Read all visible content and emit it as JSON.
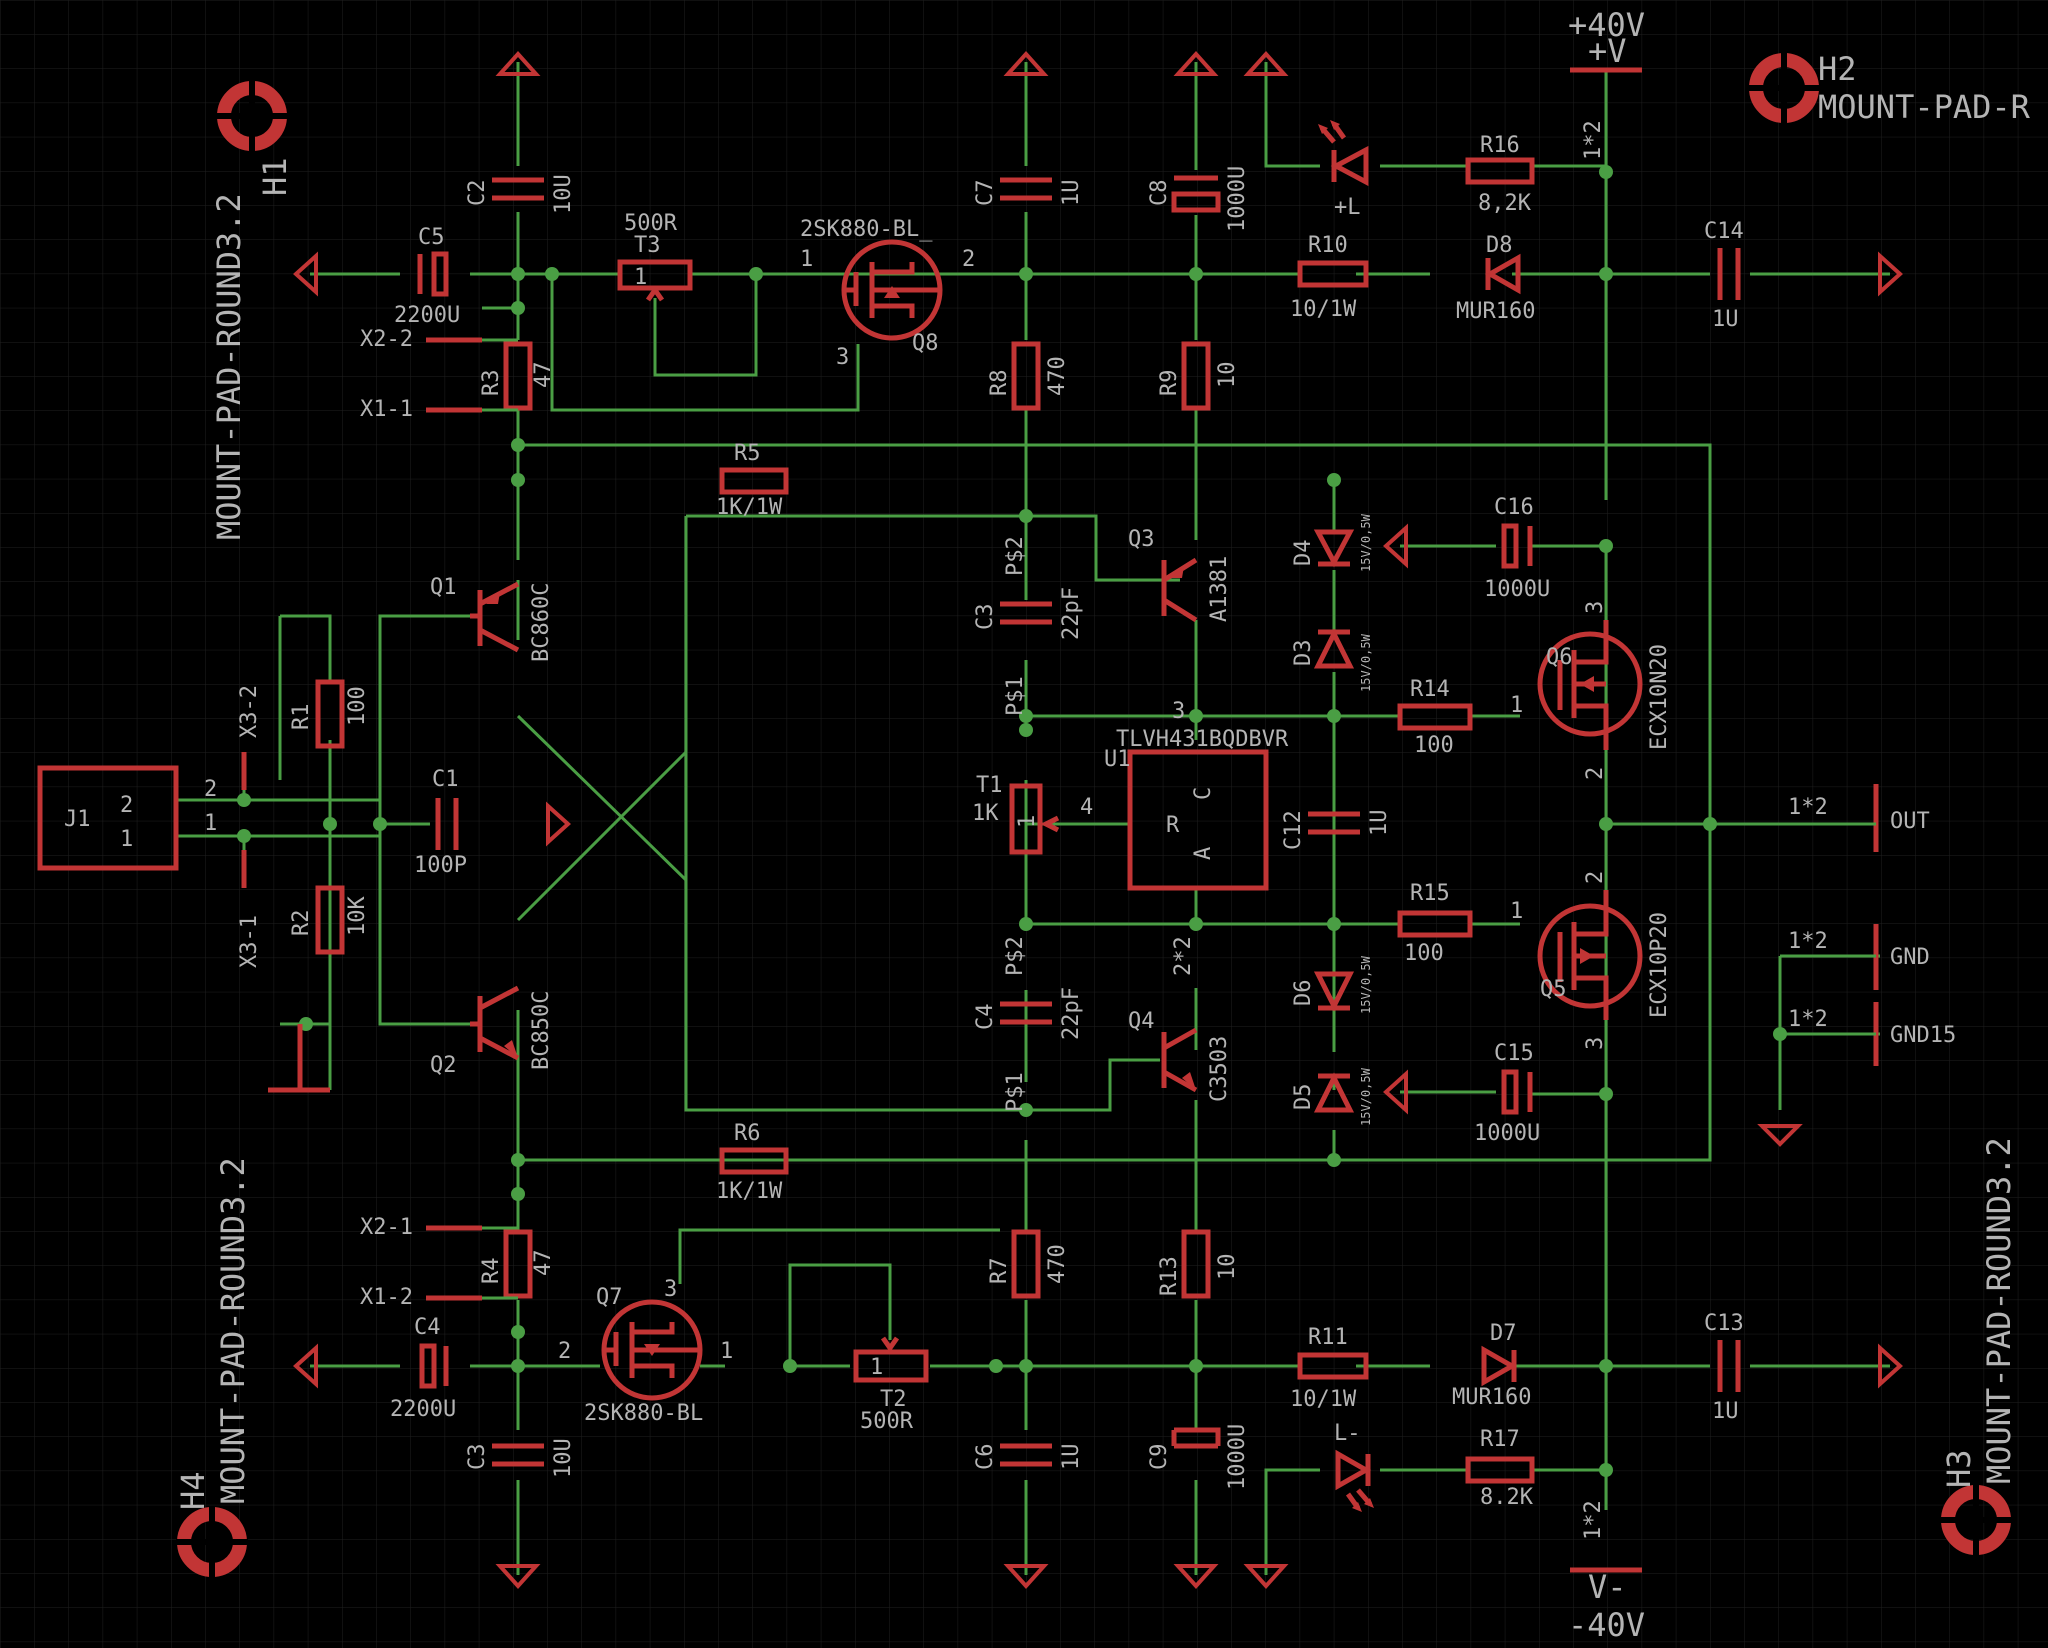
{
  "colors": {
    "background": "#000000",
    "grid": "#1f1f1f",
    "wire": "#4a9e44",
    "symbol": "#c23535",
    "text": "#b4b4b4"
  },
  "rails": {
    "pos_voltage": "+40V",
    "pos_net": "+V",
    "neg_voltage": "-40V",
    "neg_net": "V-"
  },
  "mounts": {
    "h1": {
      "name": "H1",
      "value": "MOUNT-PAD-ROUND3.2"
    },
    "h2": {
      "name": "H2",
      "value": "MOUNT-PAD-R"
    },
    "h3": {
      "name": "H3",
      "value": "MOUNT-PAD-ROUND3.2"
    },
    "h4": {
      "name": "H4",
      "value": "MOUNT-PAD-ROUND3.2"
    }
  },
  "parts": {
    "c5": {
      "name": "C5",
      "value": "2200U"
    },
    "c4": {
      "name": "C4",
      "value": "2200U"
    },
    "c2": {
      "name": "C2",
      "value": "10U"
    },
    "c3b": {
      "name": "C3",
      "value": "10U"
    },
    "c7": {
      "name": "C7",
      "value": "1U"
    },
    "c6": {
      "name": "C6",
      "value": "1U"
    },
    "c8": {
      "name": "C8",
      "value": "1000U"
    },
    "c9": {
      "name": "C9",
      "value": "1000U"
    },
    "c14": {
      "name": "C14",
      "value": "1U"
    },
    "c13": {
      "name": "C13",
      "value": "1U"
    },
    "c16": {
      "name": "C16",
      "value": "1000U"
    },
    "c15": {
      "name": "C15",
      "value": "1000U"
    },
    "c12": {
      "name": "C12",
      "value": "1U"
    },
    "c3": {
      "name": "C3",
      "value": "22pF"
    },
    "c4m": {
      "name": "C4",
      "value": "22pF"
    },
    "c1": {
      "name": "C1",
      "value": "100P"
    },
    "t3": {
      "name": "T3",
      "value": "500R",
      "pin": "1"
    },
    "t2": {
      "name": "T2",
      "value": "500R",
      "pin": "1"
    },
    "t1": {
      "name": "T1",
      "value": "1K",
      "pin": "1"
    },
    "q8": {
      "name": "Q8",
      "value": "2SK880-BL_",
      "p1": "1",
      "p2": "2",
      "p3": "3"
    },
    "q7": {
      "name": "Q7",
      "value": "2SK880-BL",
      "p1": "1",
      "p2": "2",
      "p3": "3"
    },
    "q6": {
      "name": "Q6",
      "value": "ECX10N20",
      "p1": "1",
      "p2": "2",
      "p3": "3"
    },
    "q5": {
      "name": "Q5",
      "value": "ECX10P20",
      "p1": "1",
      "p2": "2",
      "p3": "3"
    },
    "q1": {
      "name": "Q1",
      "value": "BC860C"
    },
    "q2": {
      "name": "Q2",
      "value": "BC850C"
    },
    "q3": {
      "name": "Q3",
      "value": "A1381"
    },
    "q4": {
      "name": "Q4",
      "value": "C3503"
    },
    "r1": {
      "name": "R1",
      "value": "100"
    },
    "r2": {
      "name": "R2",
      "value": "10K"
    },
    "r3": {
      "name": "R3",
      "value": "47"
    },
    "r4": {
      "name": "R4",
      "value": "47"
    },
    "r5": {
      "name": "R5",
      "value": "1K/1W"
    },
    "r6": {
      "name": "R6",
      "value": "1K/1W"
    },
    "r8": {
      "name": "R8",
      "value": "470"
    },
    "r7": {
      "name": "R7",
      "value": "470"
    },
    "r9": {
      "name": "R9",
      "value": "10"
    },
    "r13": {
      "name": "R13",
      "value": "10"
    },
    "r10": {
      "name": "R10",
      "value": "10/1W"
    },
    "r11": {
      "name": "R11",
      "value": "10/1W"
    },
    "r16": {
      "name": "R16",
      "value": "8,2K"
    },
    "r17": {
      "name": "R17",
      "value": "8.2K"
    },
    "r14": {
      "name": "R14",
      "value": "100"
    },
    "r15": {
      "name": "R15",
      "value": "100"
    },
    "d8": {
      "name": "D8",
      "value": "MUR160"
    },
    "d7": {
      "name": "D7",
      "value": "MUR160"
    },
    "d4": {
      "name": "D4",
      "value": "15V/0,5W"
    },
    "d3": {
      "name": "D3",
      "value": "15V/0,5W"
    },
    "d6": {
      "name": "D6",
      "value": "15V/0,5W"
    },
    "d5": {
      "name": "D5",
      "value": "15V/0,5W"
    },
    "led_p": {
      "name": "+L"
    },
    "led_n": {
      "name": "L-"
    },
    "u1": {
      "name": "U1",
      "value": "TLVH431BQDBVR",
      "r": "R",
      "c": "C",
      "a": "A",
      "p4": "4",
      "p3": "3",
      "p2x": "2*2"
    },
    "j1": {
      "name": "J1",
      "p2": "2",
      "p1": "1",
      "n2": "2",
      "n1": "1"
    },
    "x32": {
      "name": "X3-2"
    },
    "x31": {
      "name": "X3-1"
    },
    "x22a": {
      "name": "X2-2"
    },
    "x11a": {
      "name": "X1-1"
    },
    "x21b": {
      "name": "X2-1"
    },
    "x12b": {
      "name": "X1-2"
    },
    "ps1": {
      "name": "P$1"
    },
    "ps2": {
      "name": "P$2"
    },
    "ps1b": {
      "name": "P$1"
    },
    "ps2b": {
      "name": "P$2"
    }
  },
  "connectors": {
    "out": {
      "pin": "1*2",
      "label": "OUT"
    },
    "gnd": {
      "pin": "1*2",
      "label": "GND"
    },
    "gnd15": {
      "pin": "1*2",
      "label": "GND15"
    },
    "vpos": {
      "pin": "1*2"
    },
    "vneg": {
      "pin": "1*2"
    }
  }
}
